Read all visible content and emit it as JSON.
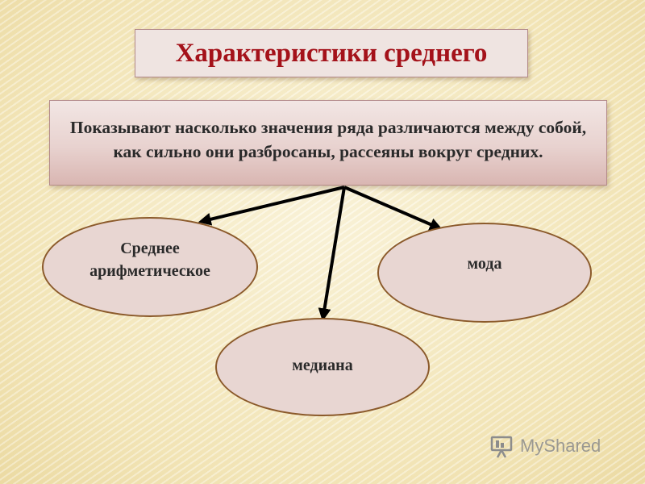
{
  "title": "Характеристики среднего",
  "description": "Показывают насколько значения ряда различаются между собой, как сильно они разбросаны, рассеяны вокруг средних.",
  "nodes": {
    "mean": "Среднее арифметическое",
    "mode": "мода",
    "median": "медиана"
  },
  "watermark": "MyShared",
  "colors": {
    "title_text": "#a4121a",
    "oval_fill": "#e8d6d2",
    "oval_border": "#8b5a2b",
    "arrow": "#000000"
  }
}
